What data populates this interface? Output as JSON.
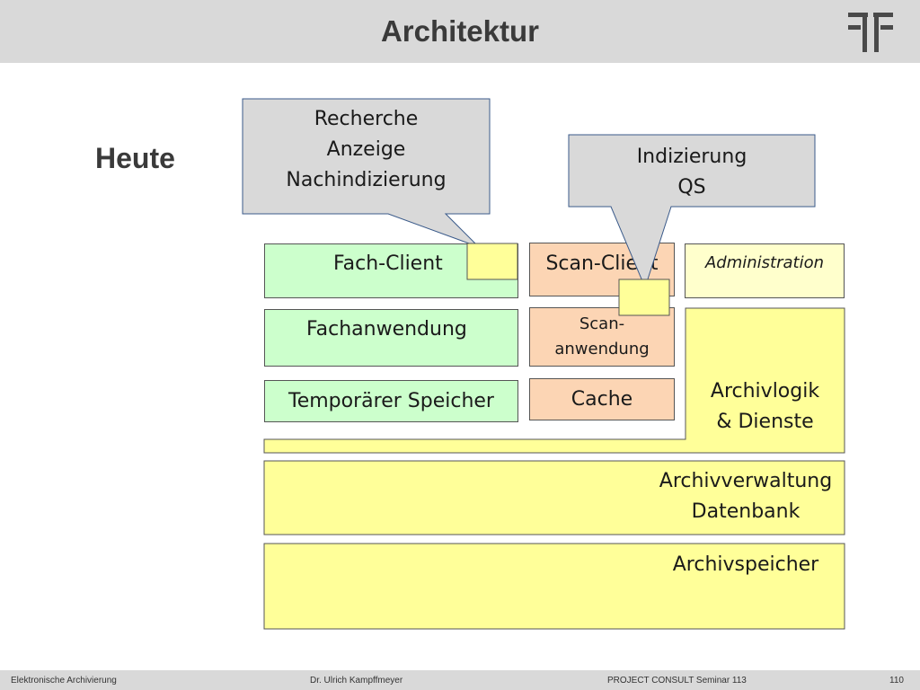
{
  "header": {
    "title": "Architektur",
    "logo_icon": "project-consult-logo"
  },
  "subtitle": "Heute",
  "callouts": {
    "left": {
      "lines": [
        "Recherche",
        "Anzeige",
        "Nachindizierung"
      ]
    },
    "right": {
      "lines": [
        "Indizierung",
        "QS"
      ]
    }
  },
  "boxes": {
    "fach_client": "Fach-Client",
    "fachanwendung": "Fachanwendung",
    "temp_speicher": "Temporärer Speicher",
    "scan_client": "Scan-Client",
    "scan_anwendung_1": "Scan-",
    "scan_anwendung_2": "anwendung",
    "cache": "Cache",
    "administration": "Administration",
    "archivlogik_1": "Archivlogik",
    "archivlogik_2": "& Dienste",
    "archivverwaltung_1": "Archivverwaltung",
    "archivverwaltung_2": "Datenbank",
    "archivspeicher": "Archivspeicher"
  },
  "colors": {
    "green": "#ccffcc",
    "orange": "#fcd5b4",
    "light_yellow": "#ffffcc",
    "yellow": "#ffff99",
    "callout": "#d9d9d9"
  },
  "footer": {
    "left": "Elektronische Archivierung",
    "center": "Dr. Ulrich Kampffmeyer",
    "right": "PROJECT CONSULT Seminar 113",
    "page": "110"
  }
}
